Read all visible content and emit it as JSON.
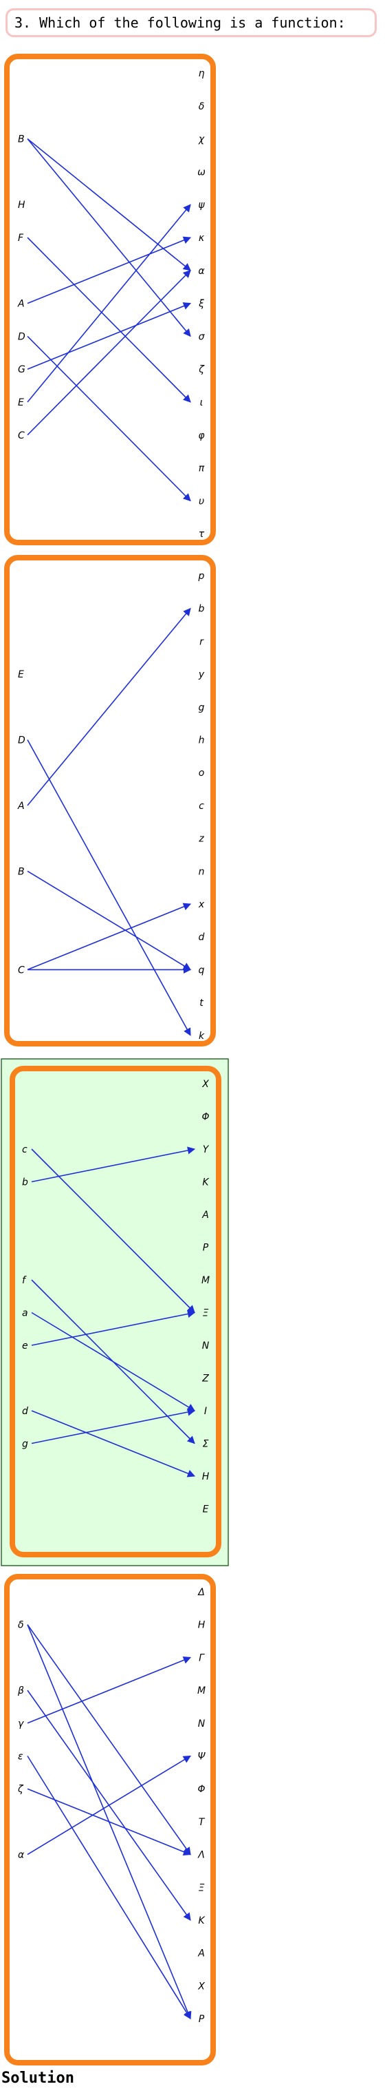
{
  "question": {
    "text": "3. Which of the following is a function:"
  },
  "solution_label": "Solution",
  "colors": {
    "frame": "#f7821b",
    "arrow": "#1f2fd8",
    "highlight_bg": "#dfffdf",
    "highlight_border": "#2f6b2f"
  },
  "diagrams": [
    {
      "highlighted": false,
      "domain": [
        "B",
        "H",
        "F",
        "A",
        "D",
        "G",
        "E",
        "C"
      ],
      "codomain": [
        "η",
        "δ",
        "χ",
        "ω",
        "ψ",
        "κ",
        "α",
        "ξ",
        "σ",
        "ζ",
        "ι",
        "φ",
        "π",
        "υ",
        "τ"
      ],
      "mapping": [
        [
          "B",
          "α"
        ],
        [
          "B",
          "σ"
        ],
        [
          "F",
          "ι"
        ],
        [
          "A",
          "κ"
        ],
        [
          "D",
          "υ"
        ],
        [
          "G",
          "ξ"
        ],
        [
          "E",
          "ψ"
        ],
        [
          "C",
          "α"
        ]
      ]
    },
    {
      "highlighted": false,
      "domain": [
        "E",
        "D",
        "A",
        "B",
        "C"
      ],
      "codomain": [
        "p",
        "b",
        "r",
        "y",
        "g",
        "h",
        "o",
        "c",
        "z",
        "n",
        "x",
        "d",
        "q",
        "t",
        "k"
      ],
      "mapping": [
        [
          "D",
          "k"
        ],
        [
          "A",
          "b"
        ],
        [
          "B",
          "q"
        ],
        [
          "C",
          "x"
        ],
        [
          "C",
          "q"
        ]
      ]
    },
    {
      "highlighted": true,
      "domain": [
        "c",
        "b",
        "f",
        "a",
        "e",
        "d",
        "g"
      ],
      "codomain": [
        "X",
        "Φ",
        "Υ",
        "Κ",
        "Α",
        "Ρ",
        "Μ",
        "Ξ",
        "Ν",
        "Ζ",
        "Ι",
        "Σ",
        "Η",
        "Ε"
      ],
      "mapping": [
        [
          "c",
          "Ξ"
        ],
        [
          "b",
          "Υ"
        ],
        [
          "f",
          "Σ"
        ],
        [
          "a",
          "Ι"
        ],
        [
          "e",
          "Ξ"
        ],
        [
          "d",
          "Η"
        ],
        [
          "g",
          "Ι"
        ]
      ]
    },
    {
      "highlighted": false,
      "domain": [
        "δ",
        "β",
        "γ",
        "ε",
        "ζ",
        "α"
      ],
      "codomain": [
        "Δ",
        "Η",
        "Γ",
        "Μ",
        "Ν",
        "Ψ",
        "Φ",
        "Τ",
        "Λ",
        "Ξ",
        "Κ",
        "Α",
        "Χ",
        "Ρ"
      ],
      "mapping": [
        [
          "δ",
          "Λ"
        ],
        [
          "δ",
          "Ρ"
        ],
        [
          "β",
          "Κ"
        ],
        [
          "γ",
          "Γ"
        ],
        [
          "ε",
          "Ρ"
        ],
        [
          "ζ",
          "Λ"
        ],
        [
          "α",
          "Ψ"
        ]
      ]
    }
  ]
}
